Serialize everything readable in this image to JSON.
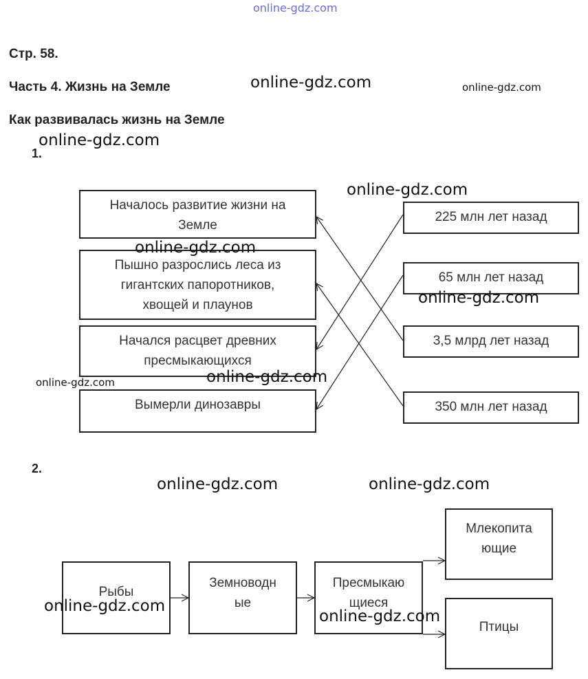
{
  "watermark": "online-gdz.com",
  "page": {
    "page_ref": "Стр. 58.",
    "part_title": "Часть 4. Жизнь на Земле",
    "topic_title": "Как развивалась жизнь на Земле"
  },
  "task1": {
    "number": "1.",
    "events": [
      "Началось развитие жизни на\nЗемле",
      "Пышно разрослись леса из\nгигантских папоротников,\nхвощей и плаунов",
      "Начался расцвет древних\nпресмыкающихся",
      "Вымерли динозавры"
    ],
    "times": [
      "225 млн лет назад",
      "65 млн лет назад",
      "3,5 млрд лет назад",
      "350 млн лет назад"
    ],
    "matches": [
      {
        "event": 0,
        "time": 2
      },
      {
        "event": 1,
        "time": 3
      },
      {
        "event": 2,
        "time": 0
      },
      {
        "event": 3,
        "time": 1
      }
    ]
  },
  "task2": {
    "number": "2.",
    "chain": [
      "Рыбы",
      "Земноводн\nые",
      "Пресмыкаю\nщиеся"
    ],
    "branches": [
      "Млекопита\nющие",
      "Птицы"
    ]
  }
}
